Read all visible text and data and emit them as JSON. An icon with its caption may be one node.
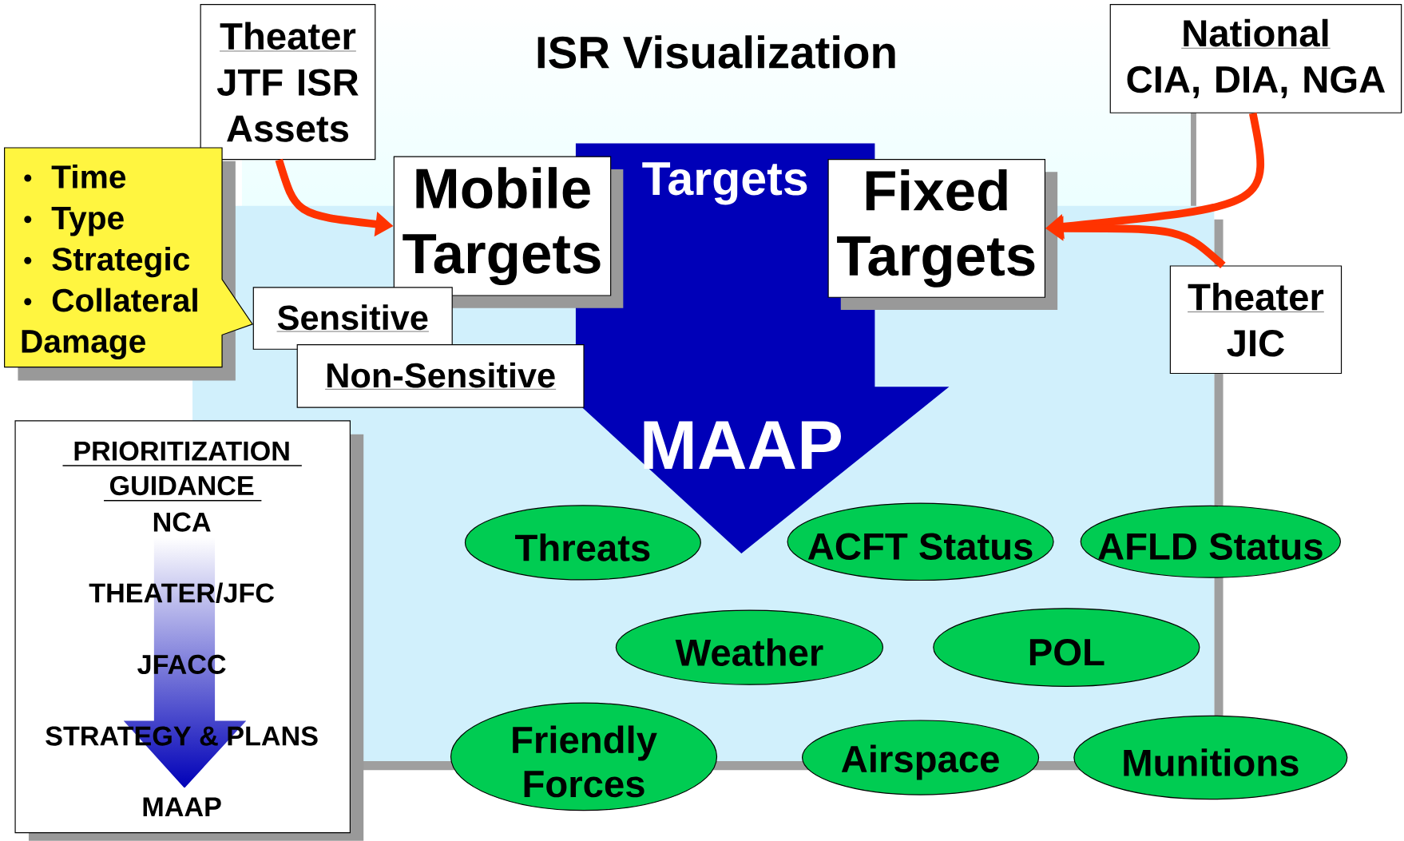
{
  "diagram": {
    "title": "ISR Visualization",
    "nodes": [
      {
        "text": [
          "Theater",
          "JTF ISR Assets"
        ]
      },
      {
        "text": [
          "National",
          "CIA, DIA, NGA"
        ]
      },
      {
        "text": [
          "Time",
          "Type",
          "Strategic",
          "Collateral Damage"
        ]
      },
      {
        "text": [
          "Mobile Targets"
        ]
      },
      {
        "text": [
          "Targets",
          "MAAP"
        ]
      },
      {
        "text": [
          "Fixed Targets"
        ]
      },
      {
        "text": [
          "Theater",
          "JIC"
        ]
      },
      {
        "text": [
          "Sensitive"
        ]
      },
      {
        "text": [
          "Non-Sensitive"
        ]
      },
      {
        "text": [
          "PRIORITIZATION GUIDANCE",
          "NCA",
          "THEATER/JFC",
          "JFACC",
          "STRATEGY & PLANS",
          "MAAP"
        ]
      },
      {
        "text": [
          "Threats"
        ]
      },
      {
        "text": [
          "ACFT Status"
        ]
      },
      {
        "text": [
          "AFLD Status"
        ]
      },
      {
        "text": [
          "Weather"
        ]
      },
      {
        "text": [
          "POL"
        ]
      },
      {
        "text": [
          "Friendly Forces"
        ]
      },
      {
        "text": [
          "Airspace"
        ]
      },
      {
        "text": [
          "Munitions"
        ]
      }
    ],
    "edges": [
      {
        "from": 0,
        "to": 3,
        "arrow": "to"
      },
      {
        "from": 1,
        "to": 5,
        "arrow": "to"
      },
      {
        "from": 6,
        "to": 5,
        "arrow": "to"
      }
    ]
  }
}
